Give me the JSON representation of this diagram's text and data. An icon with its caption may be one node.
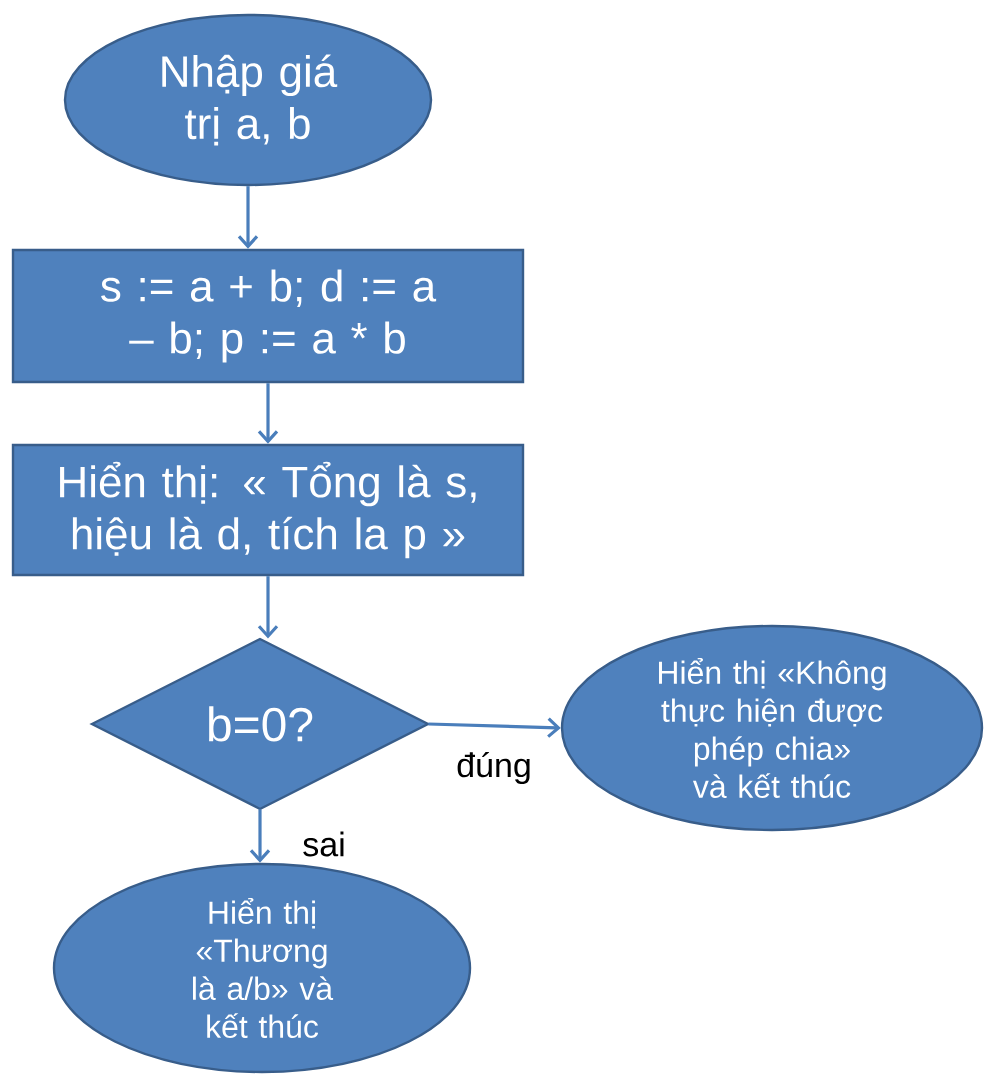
{
  "diagram": {
    "nodes": [
      {
        "text": [
          "Nhập giá trị a, b"
        ]
      },
      {
        "text": [
          "s := a + b; d := a – b; p := a * b"
        ]
      },
      {
        "text": [
          "Hiển thị: « Tổng là s, hiệu là d, tích la p »"
        ]
      },
      {
        "text": [
          "b=0?"
        ]
      },
      {
        "text": [
          "Hiển thị «Không thực hiện được phép chia» và kết thúc"
        ]
      },
      {
        "text": [
          "Hiển thị «Thương là a/b» và kết thúc"
        ]
      }
    ],
    "edges": [
      {
        "from": 0,
        "to": 1,
        "arrow": "to"
      },
      {
        "from": 1,
        "to": 2,
        "arrow": "to"
      },
      {
        "from": 2,
        "to": 3,
        "arrow": "to"
      },
      {
        "from": 3,
        "to": 4,
        "arrow": "to",
        "label": "đúng"
      },
      {
        "from": 3,
        "to": 5,
        "arrow": "to",
        "label": "sai"
      }
    ]
  }
}
